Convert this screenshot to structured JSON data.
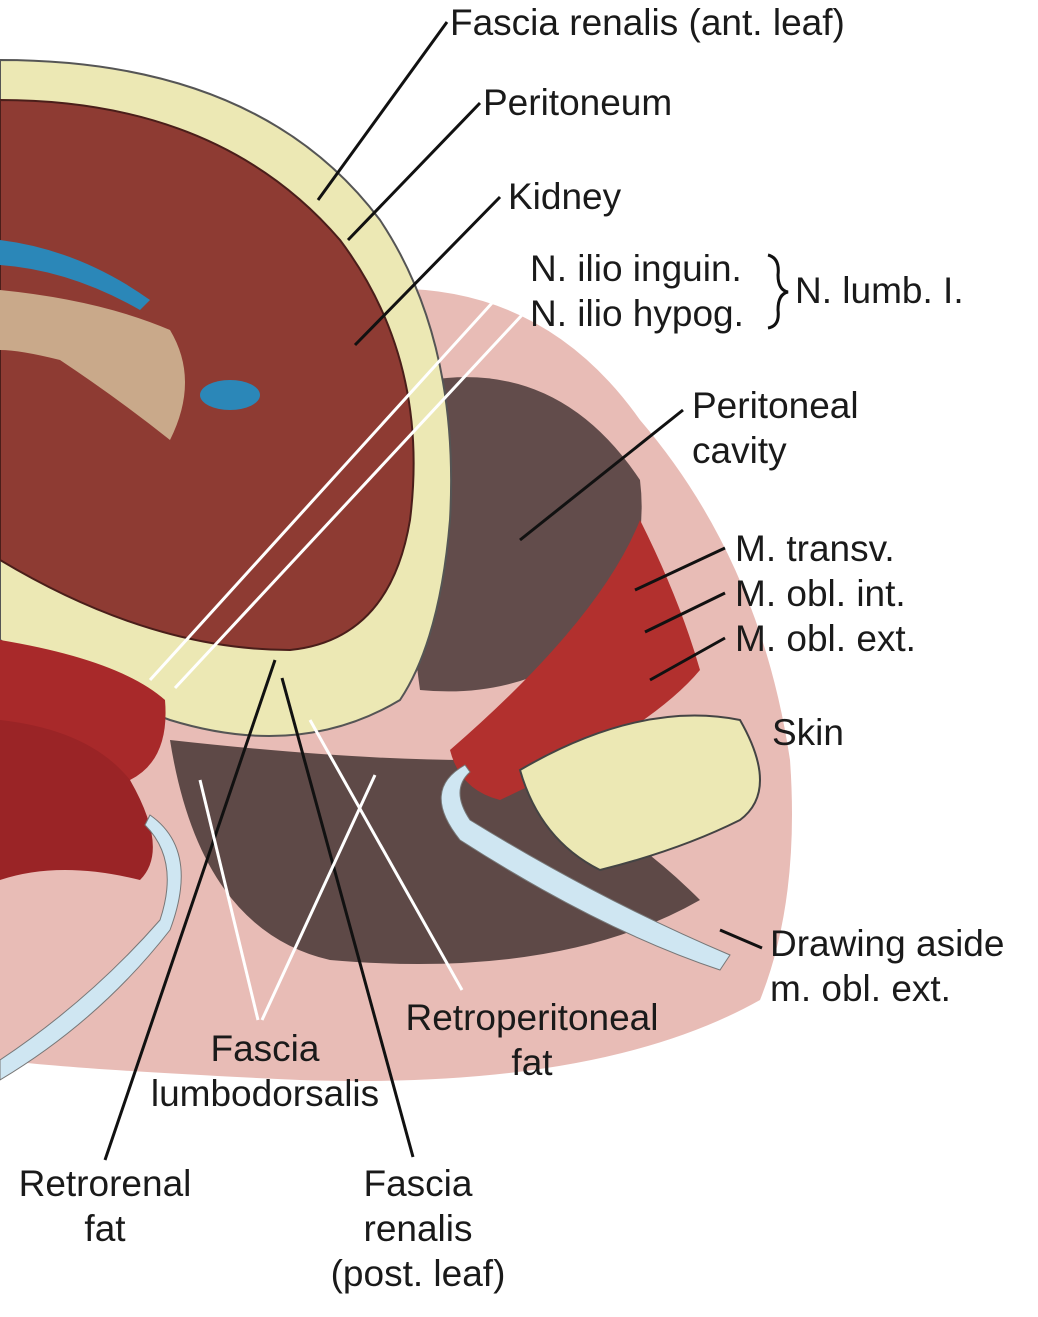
{
  "colors": {
    "kidney": "#8e3b33",
    "fat": "#ece8b4",
    "muscle": "#a8292a",
    "pink": "#e6b5b0",
    "dark": "#3a2a2a",
    "vessel": "#2b87b8"
  },
  "labels": {
    "fascia_renalis_ant": "Fascia renalis (ant. leaf)",
    "peritoneum": "Peritoneum",
    "kidney": "Kidney",
    "n_ilio_inguin": "N. ilio inguin.",
    "n_ilio_hypog": "N. ilio hypog.",
    "n_lumb": "N. lumb. I.",
    "peritoneal_cavity": [
      "Peritoneal",
      "cavity"
    ],
    "m_transv": "M. transv.",
    "m_obl_int": "M. obl. int.",
    "m_obl_ext": "M. obl. ext.",
    "skin": "Skin",
    "drawing_aside": [
      "Drawing aside",
      "m. obl. ext."
    ],
    "retroperitoneal_fat": [
      "Retroperitoneal",
      "fat"
    ],
    "fascia_lumbodorsalis": [
      "Fascia",
      "lumbodorsalis"
    ],
    "retrorenal_fat": [
      "Retrorenal",
      "fat"
    ],
    "fascia_renalis_post": [
      "Fascia",
      "renalis",
      "(post. leaf)"
    ]
  }
}
